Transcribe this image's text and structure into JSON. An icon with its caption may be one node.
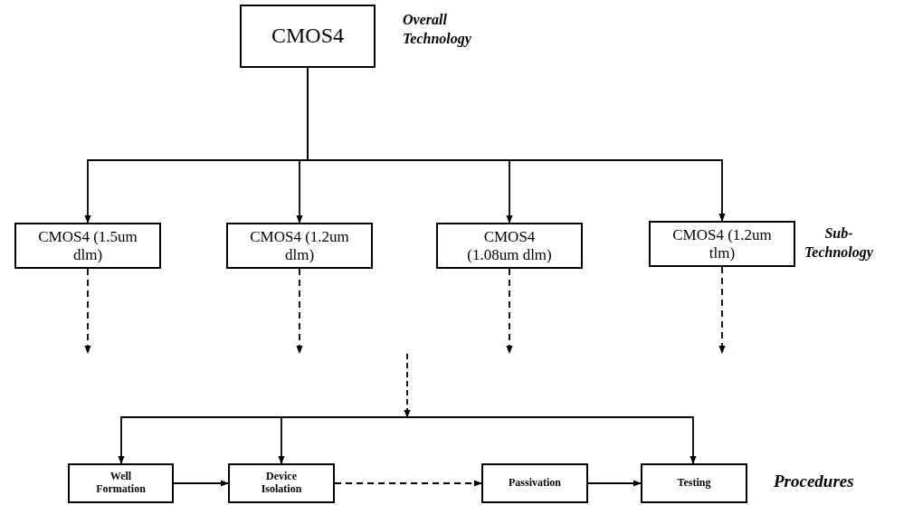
{
  "diagram": {
    "nodes": [
      {
        "text": [
          "CMOS4"
        ]
      },
      {
        "text": [
          "CMOS4 (1.5um dlm)"
        ]
      },
      {
        "text": [
          "CMOS4 (1.2um dlm)"
        ]
      },
      {
        "text": [
          "CMOS4 (1.08um dlm)"
        ]
      },
      {
        "text": [
          "CMOS4 (1.2um tlm)"
        ]
      },
      {
        "text": [
          "Well Formation"
        ]
      },
      {
        "text": [
          "Device Isolation"
        ]
      },
      {
        "text": [
          "Passivation"
        ]
      },
      {
        "text": [
          "Testing"
        ]
      }
    ],
    "edges": [
      {
        "from": 0,
        "to": 1,
        "arrow": "to"
      },
      {
        "from": 0,
        "to": 2,
        "arrow": "to"
      },
      {
        "from": 0,
        "to": 3,
        "arrow": "to"
      },
      {
        "from": 0,
        "to": 4,
        "arrow": "to"
      },
      {
        "from": 1,
        "to": null,
        "arrow": "to",
        "style": "dashed"
      },
      {
        "from": 2,
        "to": null,
        "arrow": "to",
        "style": "dashed"
      },
      {
        "from": 3,
        "to": null,
        "arrow": "to",
        "style": "dashed"
      },
      {
        "from": 4,
        "to": null,
        "arrow": "to",
        "style": "dashed"
      },
      {
        "from": null,
        "to": 5,
        "arrow": "to"
      },
      {
        "from": null,
        "to": 6,
        "arrow": "to"
      },
      {
        "from": null,
        "to": 8,
        "arrow": "to"
      },
      {
        "from": 5,
        "to": 6,
        "arrow": "to"
      },
      {
        "from": 6,
        "to": 7,
        "arrow": "to",
        "style": "dashed"
      },
      {
        "from": 7,
        "to": 8,
        "arrow": "to"
      }
    ],
    "labels": [
      "Overall Technology",
      "Sub-Technology",
      "Procedures"
    ]
  }
}
